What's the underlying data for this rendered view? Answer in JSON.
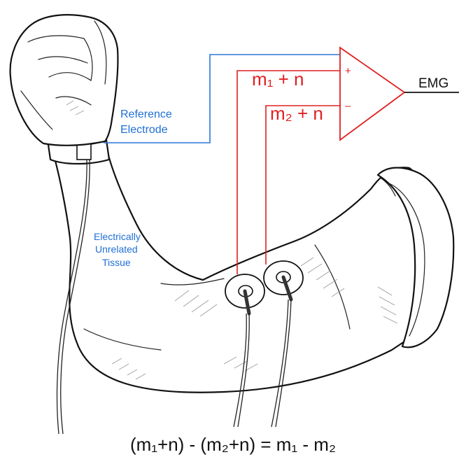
{
  "labels": {
    "reference_line1": "Reference",
    "reference_line2": "Electrode",
    "tissue_line1": "Electrically",
    "tissue_line2": "Unrelated",
    "tissue_line3": "Tissue",
    "input_plus": "m₁ + n",
    "input_minus": "m₂ + n",
    "plus_sign": "+",
    "minus_sign": "–",
    "output": "EMG",
    "formula": "(m₁+n) - (m₂+n) = m₁ - m₂"
  },
  "colors": {
    "reference_wire": "#2a76d8",
    "signal_wire": "#e02020",
    "label_blue": "#1f6fd6",
    "label_red": "#e02020"
  }
}
